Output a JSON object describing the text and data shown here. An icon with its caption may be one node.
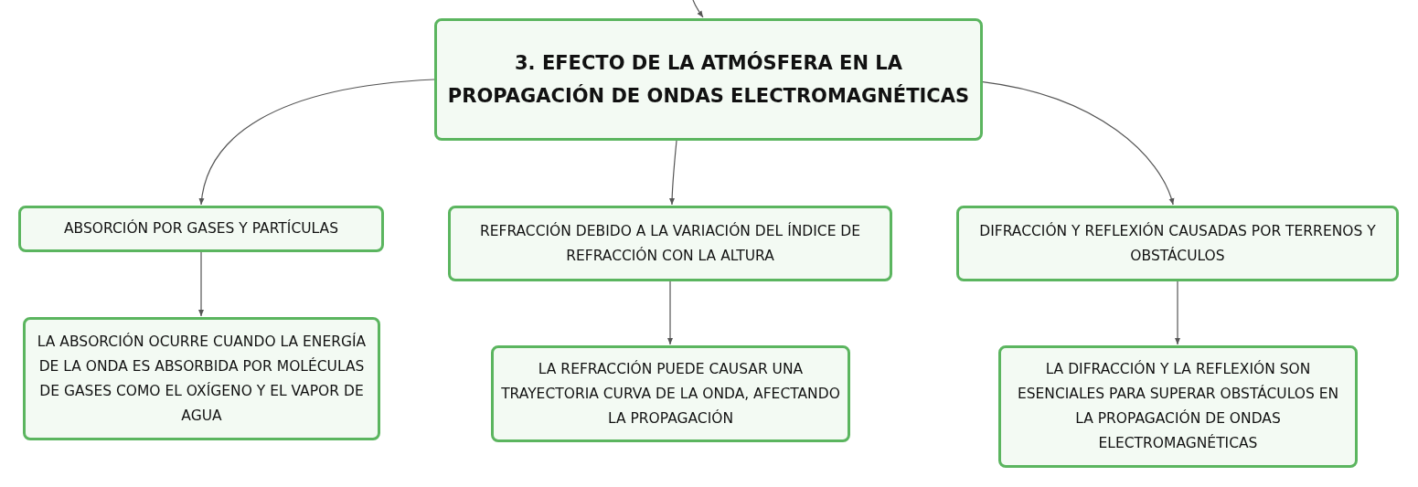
{
  "diagram": {
    "nodes": [
      {
        "text": [
          "3. EFECTO DE LA ATMÓSFERA EN LA PROPAGACIÓN DE ONDAS ELECTROMAGNÉTICAS"
        ]
      },
      {
        "text": [
          "ABSORCIÓN POR GASES Y PARTÍCULAS"
        ]
      },
      {
        "text": [
          "REFRACCIÓN DEBIDO A LA VARIACIÓN DEL ÍNDICE DE REFRACCIÓN CON LA ALTURA"
        ]
      },
      {
        "text": [
          "DIFRACCIÓN Y REFLEXIÓN CAUSADAS POR TERRENOS Y OBSTÁCULOS"
        ]
      },
      {
        "text": [
          "LA ABSORCIÓN OCURRE CUANDO LA ENERGÍA DE LA ONDA ES ABSORBIDA POR MOLÉCULAS DE GASES COMO EL OXÍGENO Y EL VAPOR DE AGUA"
        ]
      },
      {
        "text": [
          "LA REFRACCIÓN PUEDE CAUSAR UNA TRAYECTORIA CURVA DE LA ONDA, AFECTANDO LA PROPAGACIÓN"
        ]
      },
      {
        "text": [
          "LA DIFRACCIÓN Y LA REFLEXIÓN SON ESENCIALES PARA SUPERAR OBSTÁCULOS EN LA PROPAGACIÓN DE ONDAS ELECTROMAGNÉTICAS"
        ]
      }
    ],
    "edges": [
      {
        "from": null,
        "to": 0,
        "arrow": "to"
      },
      {
        "from": 0,
        "to": 1,
        "arrow": "to"
      },
      {
        "from": 0,
        "to": 2,
        "arrow": "to"
      },
      {
        "from": 0,
        "to": 3,
        "arrow": "to"
      },
      {
        "from": 1,
        "to": 4,
        "arrow": "to"
      },
      {
        "from": 2,
        "to": 5,
        "arrow": "to"
      },
      {
        "from": 3,
        "to": 6,
        "arrow": "to"
      }
    ]
  }
}
